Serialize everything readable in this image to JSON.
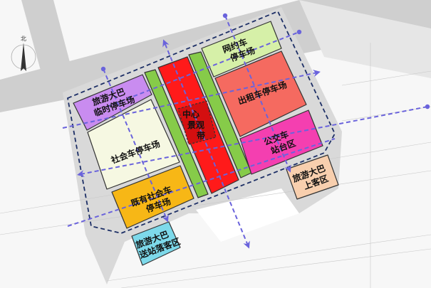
{
  "compass": {
    "label": "北"
  },
  "zones": {
    "tour_bus_temp": {
      "line1": "旅游大巴",
      "line2": "临时停车场",
      "color": "#c98cf0"
    },
    "social_car": {
      "line1": "社会车停车场",
      "color": "#f6f8e2"
    },
    "existing_social": {
      "line1": "既有社会车",
      "line2": "停车场",
      "color": "#f7b716"
    },
    "landscape": {
      "line1": "中心",
      "line2": "景观",
      "line3": "带",
      "color": "#ff1a1a"
    },
    "ride_hailing": {
      "line1": "网约车",
      "line2": "停车场",
      "color": "#d6f0a8"
    },
    "taxi": {
      "line1": "出租车停车场",
      "color": "#f56a60"
    },
    "bus": {
      "line1": "公交车",
      "line2": "站台区",
      "color": "#f43fb0"
    },
    "tour_pickup": {
      "line1": "旅游大巴",
      "line2": "上客区",
      "color": "#f8cfae"
    },
    "tour_dropoff": {
      "line1": "旅游大巴",
      "line2": "送站落客区",
      "color": "#7dd9ea"
    },
    "green_strip_color": "#86cb49"
  },
  "colors": {
    "boundary": "#1d2f66",
    "flow": "#6a63dc"
  }
}
